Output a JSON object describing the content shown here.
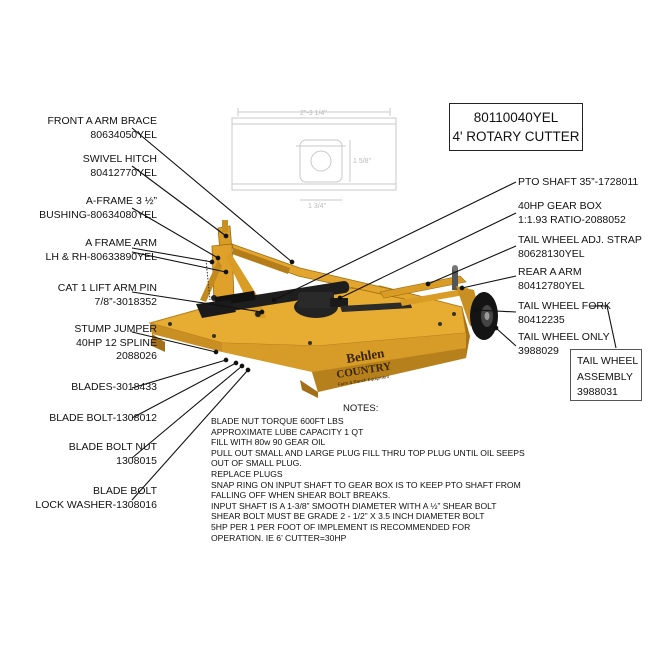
{
  "title": {
    "line1": "80110040YEL",
    "line2": "4' ROTARY CUTTER"
  },
  "brand": {
    "name1": "Behlen",
    "name2": "COUNTRY",
    "tagline": "Farm & Ranch Equipment"
  },
  "inset": {
    "dim_top": "2\"-3 1/4\"",
    "dim_side": "1 5/8\"",
    "dim_bottom": "1 3/4\""
  },
  "left_labels": [
    {
      "line1": "FRONT A ARM BRACE",
      "line2": "80634050YEL"
    },
    {
      "line1": "SWIVEL HITCH",
      "line2": "80412770YEL"
    },
    {
      "line1": "A-FRAME 3 ½”",
      "line2": "BUSHING-80634080YEL"
    },
    {
      "line1": "A FRAME ARM",
      "line2": "LH & RH-80633890YEL"
    },
    {
      "line1": "CAT 1 LIFT ARM PIN",
      "line2": "7/8”-3018352"
    },
    {
      "line1": "STUMP JUMPER",
      "line2": "40HP 12 SPLINE",
      "line3": "2088026"
    },
    {
      "line1": "BLADES-3018433"
    },
    {
      "line1": "BLADE BOLT-1308012"
    },
    {
      "line1": "BLADE BOLT NUT",
      "line2": "1308015"
    },
    {
      "line1": "BLADE BOLT",
      "line2": "LOCK WASHER-1308016"
    }
  ],
  "right_labels": [
    {
      "line1": "PTO SHAFT 35”-1728011"
    },
    {
      "line1": "40HP GEAR BOX",
      "line2": "1:1.93 RATIO-2088052"
    },
    {
      "line1": "TAIL WHEEL ADJ. STRAP",
      "line2": "80628130YEL"
    },
    {
      "line1": "REAR A ARM",
      "line2": "80412780YEL"
    },
    {
      "line1": "TAIL WHEEL FORK",
      "line2": "80412235"
    },
    {
      "line1": "TAIL WHEEL ONLY",
      "line2": "3988029"
    }
  ],
  "assembly": {
    "line1": "TAIL WHEEL",
    "line2": "ASSEMBLY",
    "line3": "3988031"
  },
  "notes": {
    "title": "NOTES:",
    "lines": [
      "BLADE NUT TORQUE 600FT LBS",
      "APPROXIMATE LUBE CAPACITY 1 QT",
      "FILL WITH 80w 90 GEAR OIL",
      "PULL OUT SMALL AND LARGE PLUG FILL THRU TOP PLUG UNTIL OIL SEEPS",
      "OUT OF SMALL PLUG.",
      "REPLACE PLUGS",
      "SNAP RING ON INPUT SHAFT TO GEAR BOX IS TO KEEP PTO SHAFT FROM",
      "FALLING OFF WHEN SHEAR BOLT BREAKS.",
      "INPUT SHAFT IS A 1-3/8” SMOOTH DIAMETER WITH A ½” SHEAR BOLT",
      "SHEAR BOLT MUST BE GRADE 2  - 1/2” X 3.5 INCH DIAMETER BOLT",
      "5HP PER 1 PER FOOT OF IMPLEMENT IS RECOMMENDED FOR",
      "OPERATION.       IE 6’ CUTTER=30HP"
    ]
  },
  "colors": {
    "deck": "#e4a92e",
    "deck_shadow": "#b57d19",
    "deck_dark": "#8a5a0e",
    "steel": "#1b1b1b",
    "leader": "#111111"
  }
}
